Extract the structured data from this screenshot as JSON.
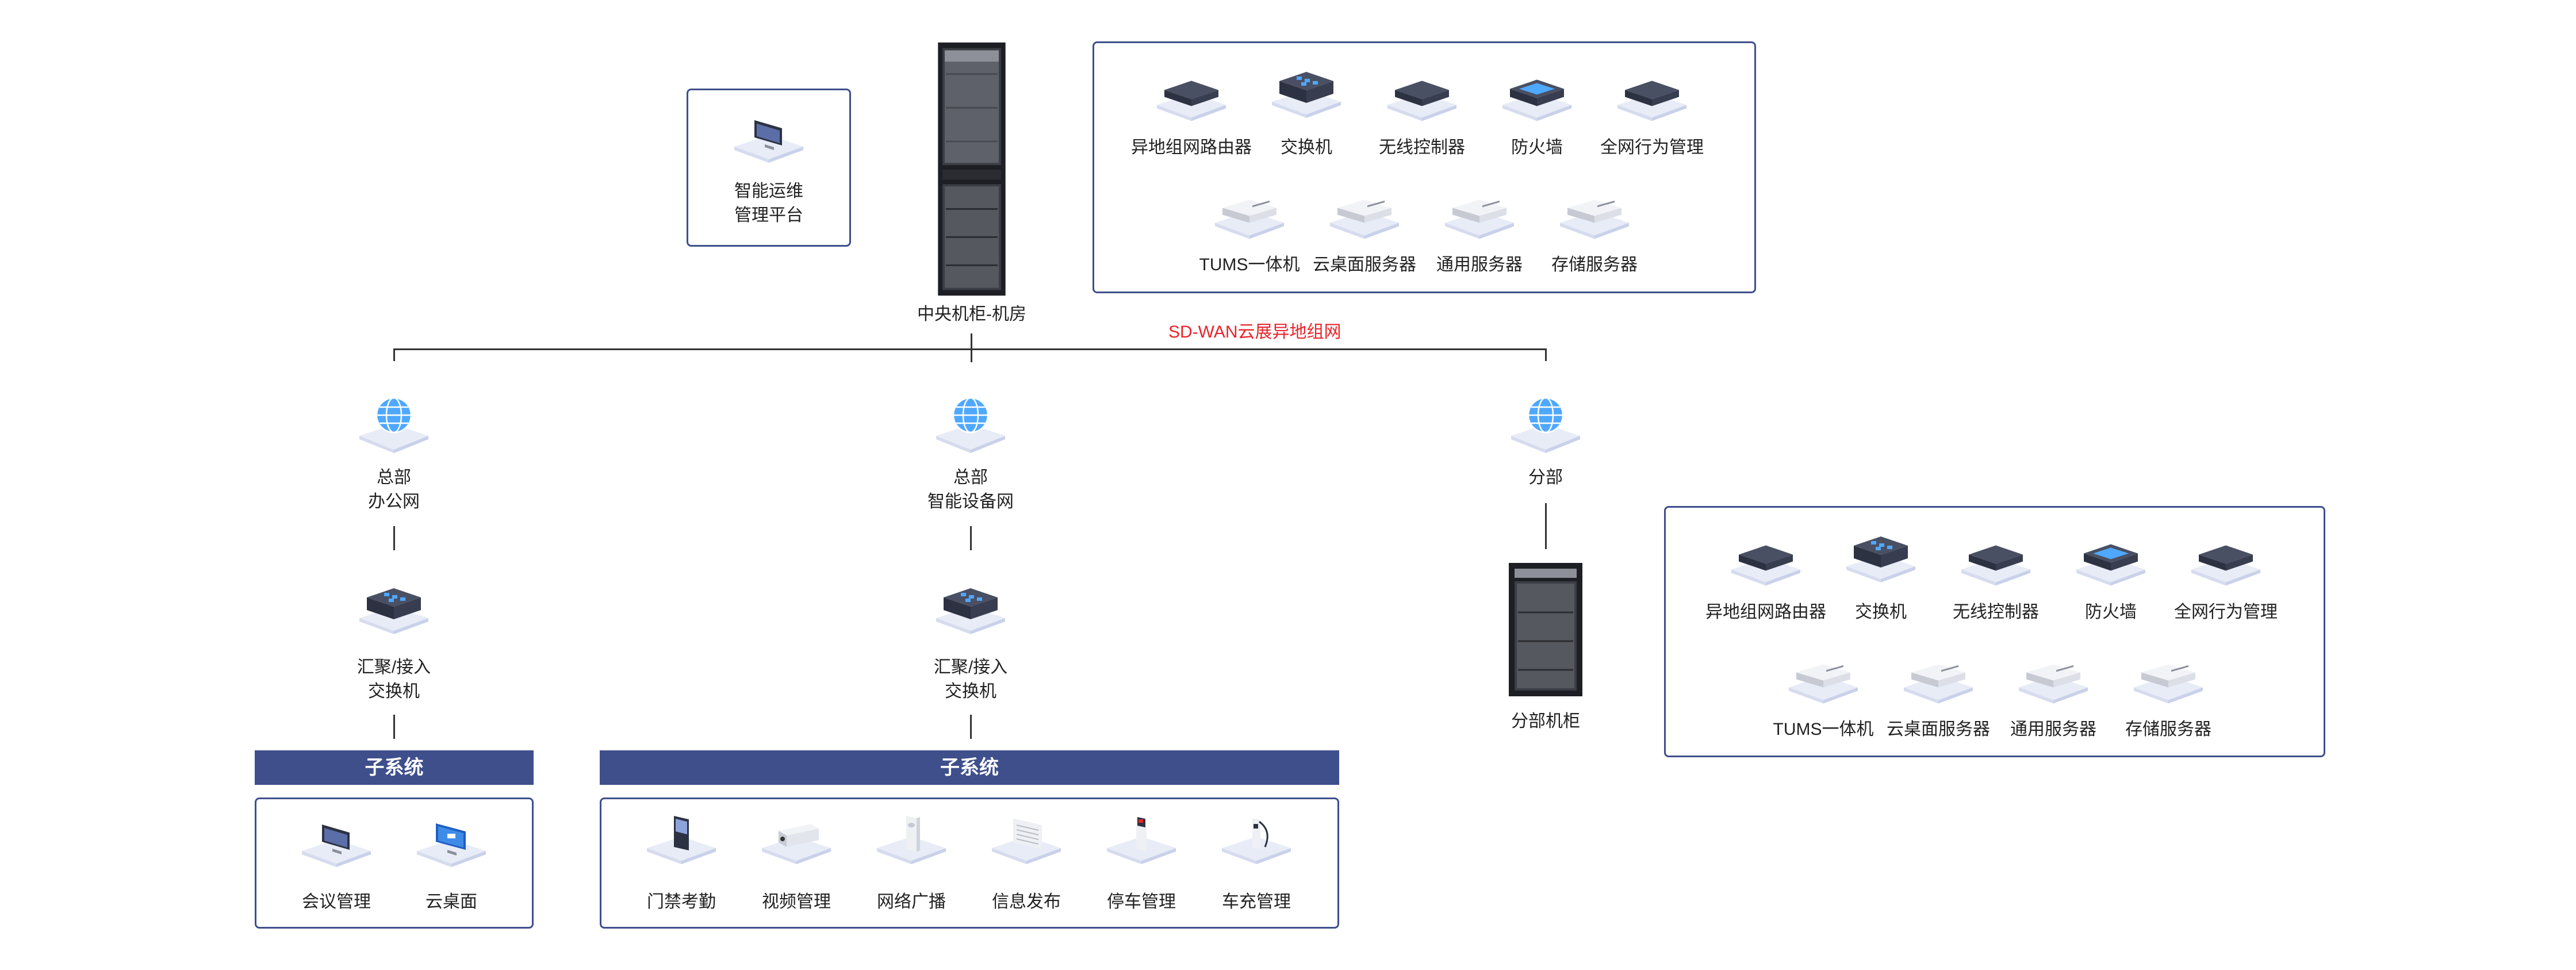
{
  "central": {
    "ops_platform": [
      "智能运维",
      "管理平台"
    ],
    "cabinet_label": "中央机柜-机房",
    "devices_row1": [
      "异地组网路由器",
      "交换机",
      "无线控制器",
      "防火墙",
      "全网行为管理"
    ],
    "devices_row2": [
      "TUMS一体机",
      "云桌面服务器",
      "通用服务器",
      "存储服务器"
    ]
  },
  "sdwan_label": "SD-WAN云展异地组网",
  "branches": {
    "hq_office": [
      "总部",
      "办公网"
    ],
    "hq_smart": [
      "总部",
      "智能设备网"
    ],
    "branch": "分部"
  },
  "switch_label": [
    "汇聚/接入",
    "交换机"
  ],
  "subsystem_title": "子系统",
  "left_subsystems": [
    "会议管理",
    "云桌面"
  ],
  "mid_subsystems": [
    "门禁考勤",
    "视频管理",
    "网络广播",
    "信息发布",
    "停车管理",
    "车充管理"
  ],
  "branch_cabinet_label": "分部机柜",
  "branch_devices": {
    "row1": [
      "异地组网路由器",
      "交换机",
      "无线控制器",
      "防火墙",
      "全网行为管理"
    ],
    "row2": [
      "TUMS一体机",
      "云桌面服务器",
      "通用服务器",
      "存储服务器"
    ]
  }
}
